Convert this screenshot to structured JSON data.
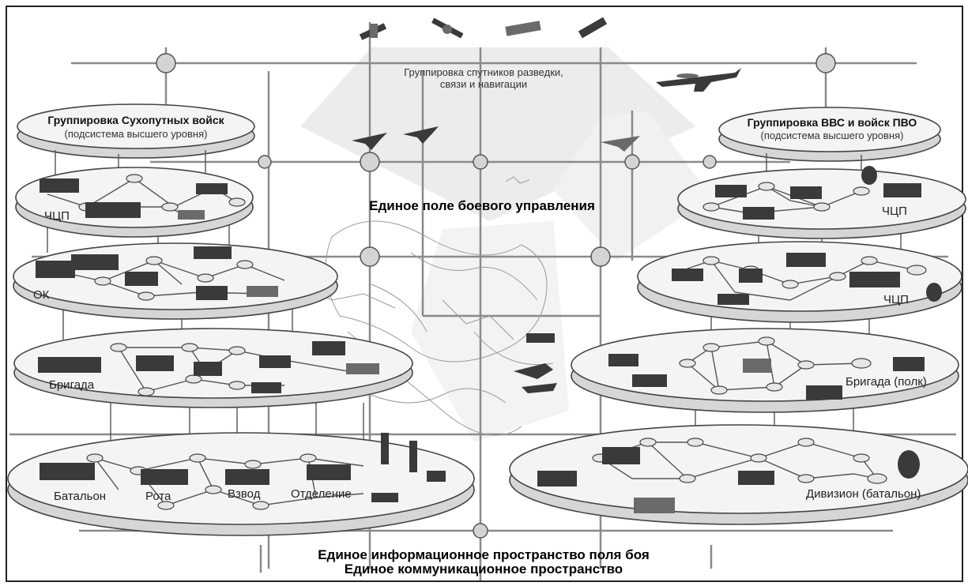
{
  "labels": {
    "satellites": "Группировка спутников разведки,\nсвязи и навигации",
    "ground_group_title": "Группировка Сухопутных войск",
    "ground_group_sub": "(подсистема высшего уровня)",
    "air_group_title": "Группировка ВВС и войск ПВО",
    "air_group_sub": "(подсистема высшего уровня)",
    "battle_control": "Единое поле боевого управления",
    "info_space": "Единое информационное пространство поля боя",
    "comm_space": "Единое коммуникационное пространство",
    "left_level1": "ЧЦП",
    "left_level2": "ОК",
    "left_level3": "Бригада",
    "left_level4_a": "Батальон",
    "left_level4_b": "Рота",
    "left_level4_c": "Взвод",
    "left_level4_d": "Отделение",
    "right_level1": "ЧЦП",
    "right_level2": "ЧЦП",
    "right_level3": "Бригада (полк)",
    "right_level4": "Дивизион (батальон)"
  },
  "icons": [
    "satellite-icon",
    "aircraft-icon",
    "fighter-jet-icon",
    "truck-icon",
    "tank-icon",
    "missile-launcher-icon",
    "radar-icon",
    "soldier-icon",
    "helicopter-icon"
  ]
}
